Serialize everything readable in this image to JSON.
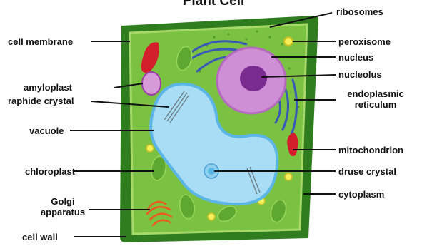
{
  "diagram": {
    "title": "Plant Cell",
    "labels": {
      "ribosomes": "ribosomes",
      "cell_membrane": "cell membrane",
      "peroxisome": "peroxisome",
      "nucleus": "nucleus",
      "amyloplast": "amyloplast",
      "nucleolus": "nucleolus",
      "raphide_crystal": "raphide crystal",
      "endoplasmic_reticulum_line1": "endoplasmic",
      "endoplasmic_reticulum_line2": "reticulum",
      "vacuole": "vacuole",
      "mitochondrion": "mitochondrion",
      "chloroplast": "chloroplast",
      "druse_crystal": "druse crystal",
      "golgi_line1": "Golgi",
      "golgi_line2": "apparatus",
      "cytoplasm": "cytoplasm",
      "cell_wall": "cell wall"
    },
    "colors": {
      "cell_wall": "#2f7d1f",
      "cytoplasm": "#7cc242",
      "membrane_edge": "#a6d86a",
      "vacuole": "#a8ddf5",
      "vacuole_edge": "#5bb6e6",
      "nucleus": "#cf8fd6",
      "nucleolus": "#7a2b8f",
      "er": "#3a58b8",
      "mitochondrion": "#d21f2b",
      "peroxisome": "#f4ef5a",
      "golgi": "#ef5a1e",
      "amyloplast": "#b85bbf"
    }
  }
}
